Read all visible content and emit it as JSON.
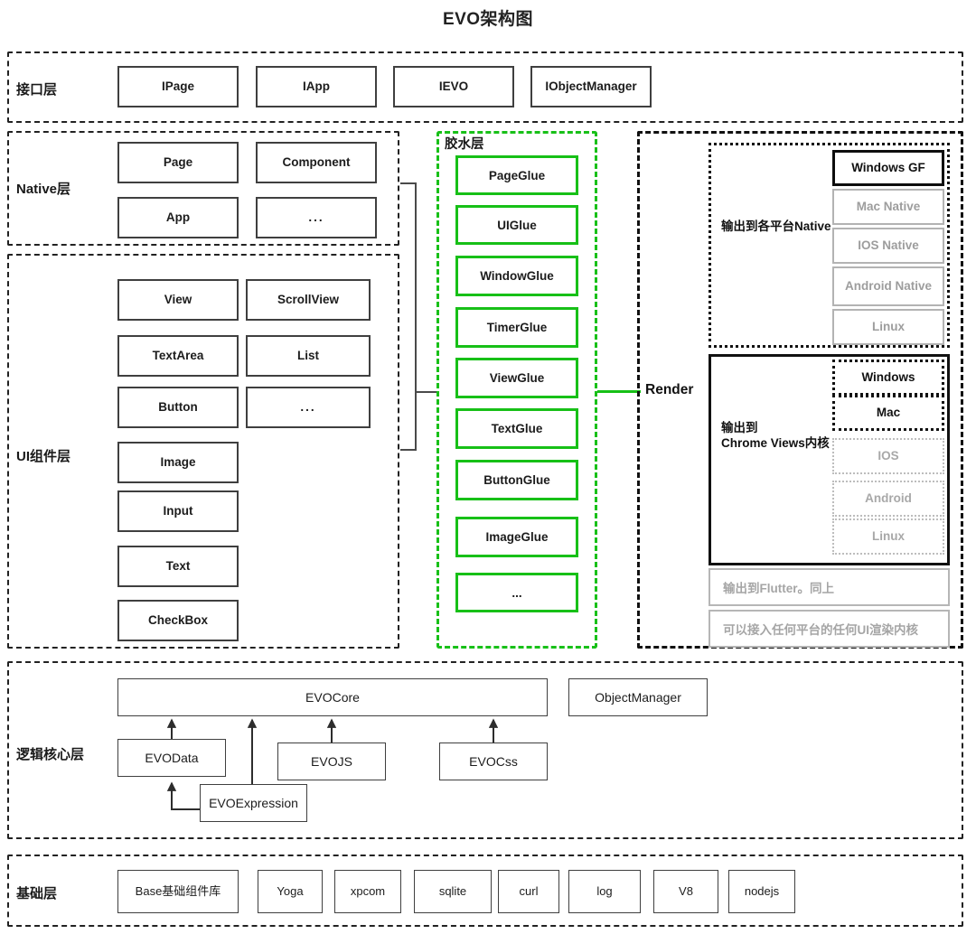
{
  "title": "EVO架构图",
  "layers": {
    "interface": {
      "label": "接口层",
      "nodes": [
        "IPage",
        "IApp",
        "IEVO",
        "IObjectManager"
      ]
    },
    "native": {
      "label": "Native层",
      "nodes": [
        "Page",
        "Component",
        "App",
        "..."
      ]
    },
    "ui_components": {
      "label": "UI组件层",
      "nodes": [
        "View",
        "ScrollView",
        "TextArea",
        "List",
        "Button",
        "...",
        "Image",
        "Input",
        "Text",
        "CheckBox"
      ]
    },
    "glue": {
      "label": "胶水层",
      "nodes": [
        "PageGlue",
        "UIGlue",
        "WindowGlue",
        "TimerGlue",
        "ViewGlue",
        "TextGlue",
        "ButtonGlue",
        "ImageGlue",
        "..."
      ],
      "color": "#17c017"
    },
    "render": {
      "label": "Render",
      "native_output": {
        "title": "输出到各平台Native",
        "platforms": [
          {
            "label": "Windows GF",
            "state": "active"
          },
          {
            "label": "Mac Native",
            "state": "muted"
          },
          {
            "label": "IOS Native",
            "state": "muted"
          },
          {
            "label": "Android Native",
            "state": "muted"
          },
          {
            "label": "Linux",
            "state": "muted"
          }
        ]
      },
      "chrome_output": {
        "title": "输出到\nChrome Views内核",
        "platforms": [
          {
            "label": "Windows",
            "state": "active"
          },
          {
            "label": "Mac",
            "state": "active"
          },
          {
            "label": "IOS",
            "state": "muted"
          },
          {
            "label": "Android",
            "state": "muted"
          },
          {
            "label": "Linux",
            "state": "muted"
          }
        ]
      },
      "notes": [
        "输出到Flutter。同上",
        "可以接入任何平台的任何UI渲染内核"
      ]
    },
    "logic_core": {
      "label": "逻辑核心层",
      "core": "EVOCore",
      "object_manager": "ObjectManager",
      "children": [
        "EVOData",
        "EVOJS",
        "EVOCss"
      ],
      "expression": "EVOExpression"
    },
    "foundation": {
      "label": "基础层",
      "nodes": [
        "Base基础组件库",
        "Yoga",
        "xpcom",
        "sqlite",
        "curl",
        "log",
        "V8",
        "nodejs"
      ]
    }
  }
}
